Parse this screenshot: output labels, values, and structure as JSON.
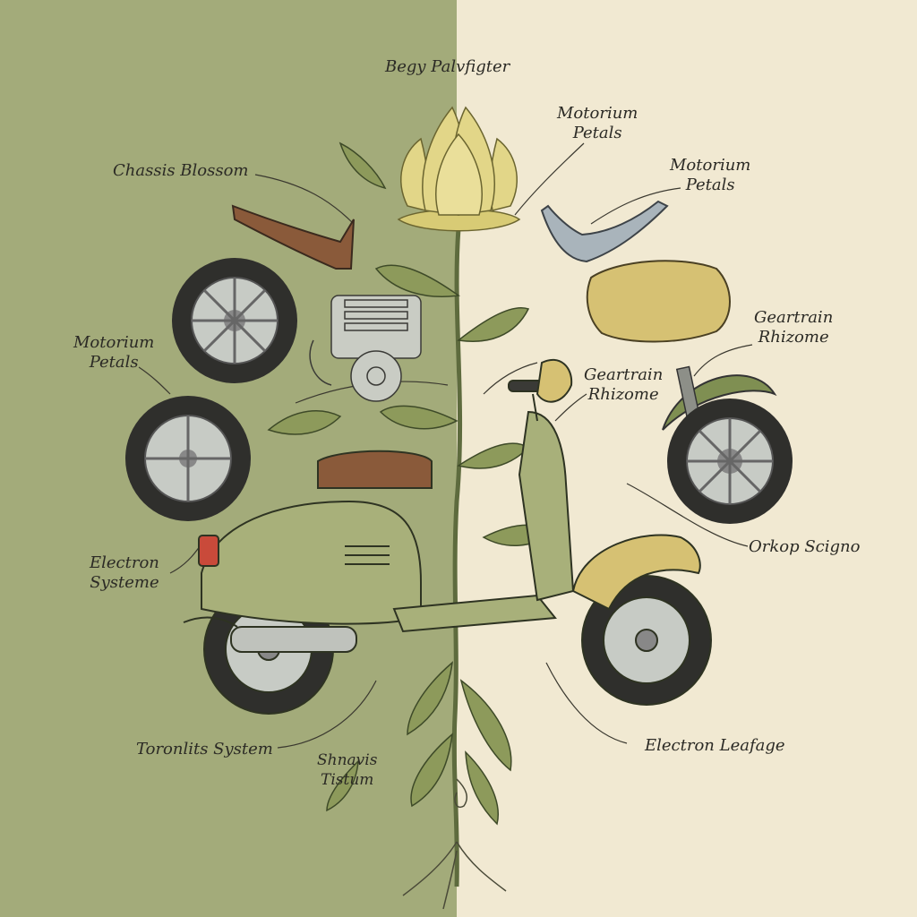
{
  "colors": {
    "left_background": "#a3ab7a",
    "right_background": "#f1e9d2",
    "scooter_body": "#a8b07a",
    "seat": "#8a5a3a",
    "flower": "#e2d688",
    "tire": "#2f2f2c",
    "ink": "#2b2a25"
  },
  "labels": {
    "top_title": "Begy Palvfigter",
    "chassis_blossom": "Chassis Blossom",
    "motorium_petals_1": "Motorium\nPetals",
    "motorium_petals_2": "Motorium\nPetals",
    "motorium_petals_3": "Motorium\nPetals",
    "geartrain_rhizome_1": "Geartrain\nRhizome",
    "geartrain_rhizome_2": "Geartrain\nRhizome",
    "electron_systeme": "Electron\nSysteme",
    "orkop_scigno": "Orkop Scigno",
    "toronlits_system": "Toronlits System",
    "shnavis_tistum": "Shnavis\nTistum",
    "electron_leafage": "Electron Leafage"
  }
}
